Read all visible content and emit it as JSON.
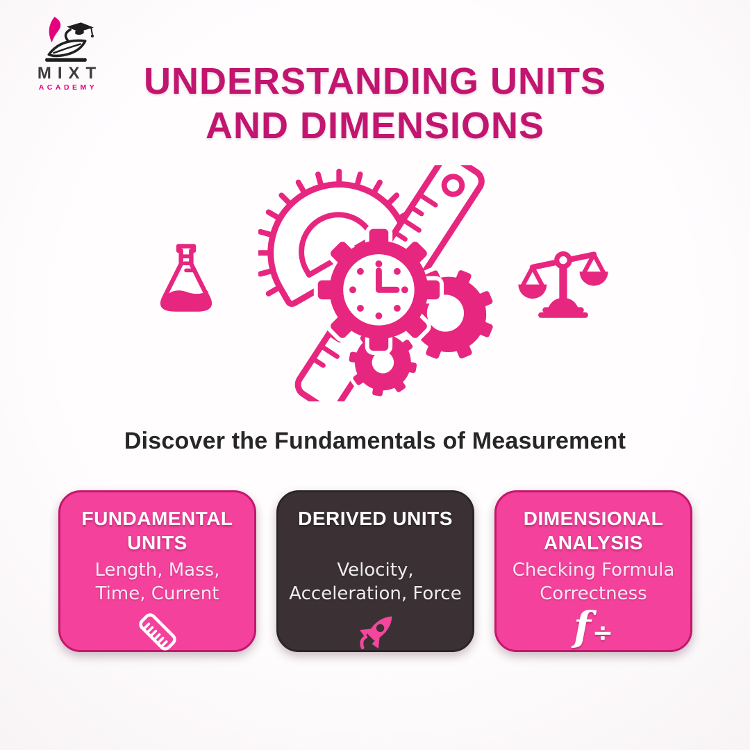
{
  "brand": {
    "name": "MIXT",
    "tagline": "ACADEMY"
  },
  "header": {
    "title": "UNDERSTANDING UNITS\nAND DIMENSIONS"
  },
  "subtitle": "Discover the Fundamentals of Measurement",
  "hero": {
    "icons": [
      "flask-icon",
      "measurement-tools-illustration",
      "balance-scale-icon"
    ],
    "illustration_elements": [
      "protractor",
      "ruler",
      "gear-with-clock",
      "gear",
      "small-gear"
    ]
  },
  "cards": [
    {
      "title": "FUNDAMENTAL\nUNITS",
      "body": "Length, Mass,\nTime, Current",
      "icon": "ruler-icon",
      "theme": "pink"
    },
    {
      "title": "DERIVED UNITS",
      "body": "Velocity,\nAcceleration, Force",
      "icon": "rocket-icon",
      "theme": "dark"
    },
    {
      "title": "DIMENSIONAL\nANALYSIS",
      "body": "Checking Formula\nCorrectness",
      "icon": "formula-divide-icon",
      "theme": "pink",
      "icon_glyphs": {
        "f": "f",
        "divide": "÷"
      }
    }
  ],
  "colors": {
    "title_magenta": "#c2156f",
    "illustration_pink": "#e7267f",
    "card_pink": "#f4419c",
    "card_pink_border": "#c2186b",
    "card_dark": "#3b3134",
    "brand_pink": "#e5007e",
    "subtitle_text": "#272727",
    "background": "#fcfafb"
  }
}
